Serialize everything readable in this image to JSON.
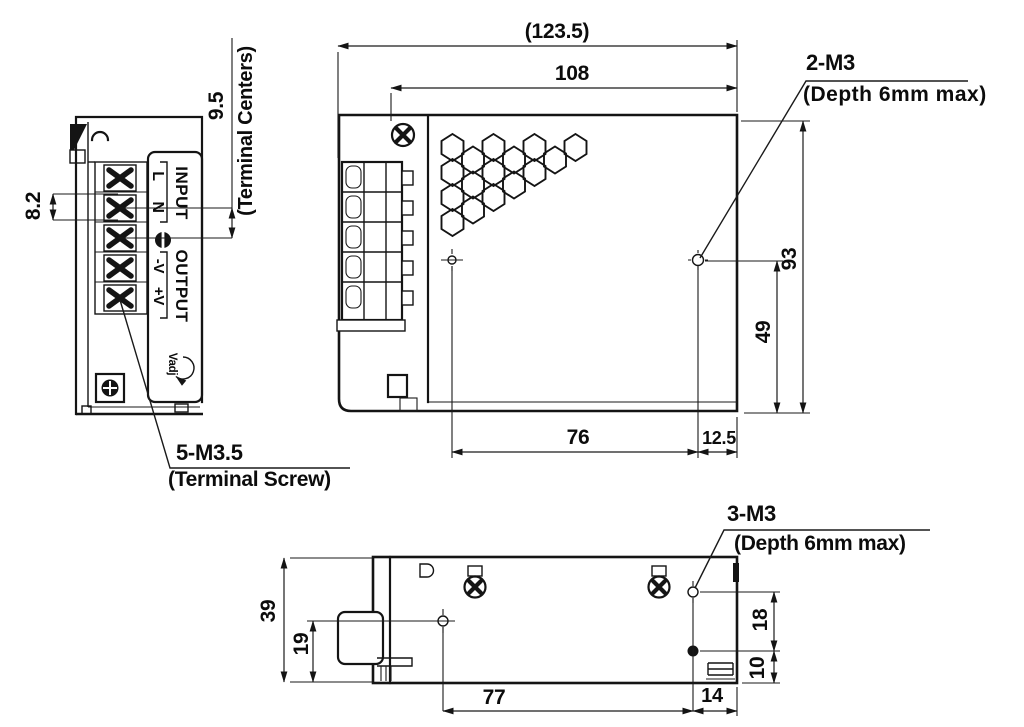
{
  "colors": {
    "line": "#141414",
    "background": "#ffffff"
  },
  "front_view": {
    "dim_terminal_pitch": "9.5",
    "terminal_centers_note": "(Terminal Centers)",
    "dim_8_2": "8.2",
    "terminal_screw_label": "5-M3.5",
    "terminal_screw_note": "(Terminal Screw)",
    "input_label": "INPUT",
    "line_terminal": "L",
    "neutral_terminal": "N",
    "output_label": "OUTPUT",
    "v_minus_terminal": "-V",
    "v_plus_terminal": "+V",
    "vadj_label": "Vadj"
  },
  "side_view": {
    "dim_overall_length": "(123.5)",
    "dim_mounting_length": "108",
    "hole_callout": "2-M3",
    "hole_depth_note": "(Depth 6mm max)",
    "dim_height": "93",
    "dim_hole_to_bottom": "49",
    "dim_hole_spacing": "76",
    "dim_hole_to_edge": "12.5"
  },
  "bottom_view": {
    "hole_callout": "3-M3",
    "hole_depth_note": "(Depth 6mm max)",
    "dim_width": "39",
    "dim_hole_to_edge_y": "19",
    "dim_hole_spacing": "77",
    "dim_hole_to_edge_x": "14",
    "dim_right_holes_spacing": "18",
    "dim_right_hole_to_bottom": "10"
  }
}
